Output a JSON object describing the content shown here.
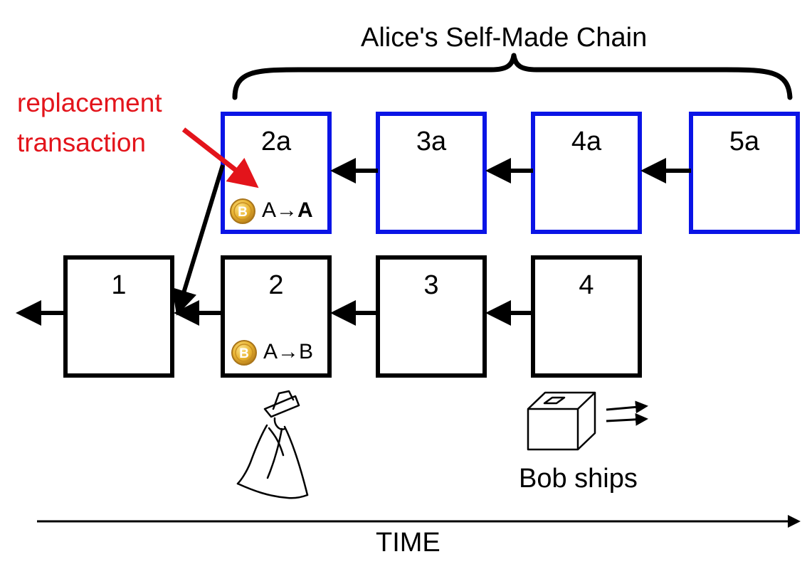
{
  "title": "Alice's Self-Made Chain",
  "annotation": "replacement transaction",
  "annotation_color": "#e3141b",
  "fork_color": "#0a14e6",
  "main_chain": [
    {
      "label": "1",
      "tx": null
    },
    {
      "label": "2",
      "tx": {
        "icon": "bitcoin-coin-icon",
        "from": "A",
        "arrow": "→",
        "to": "B"
      }
    },
    {
      "label": "3",
      "tx": null
    },
    {
      "label": "4",
      "tx": null
    }
  ],
  "fork_chain": [
    {
      "label": "2a",
      "tx": {
        "icon": "bitcoin-coin-icon",
        "from": "A",
        "arrow": "→",
        "to": "A"
      }
    },
    {
      "label": "3a",
      "tx": null
    },
    {
      "label": "4a",
      "tx": null
    },
    {
      "label": "5a",
      "tx": null
    }
  ],
  "shipment_label": "Bob ships",
  "time_label": "TIME"
}
